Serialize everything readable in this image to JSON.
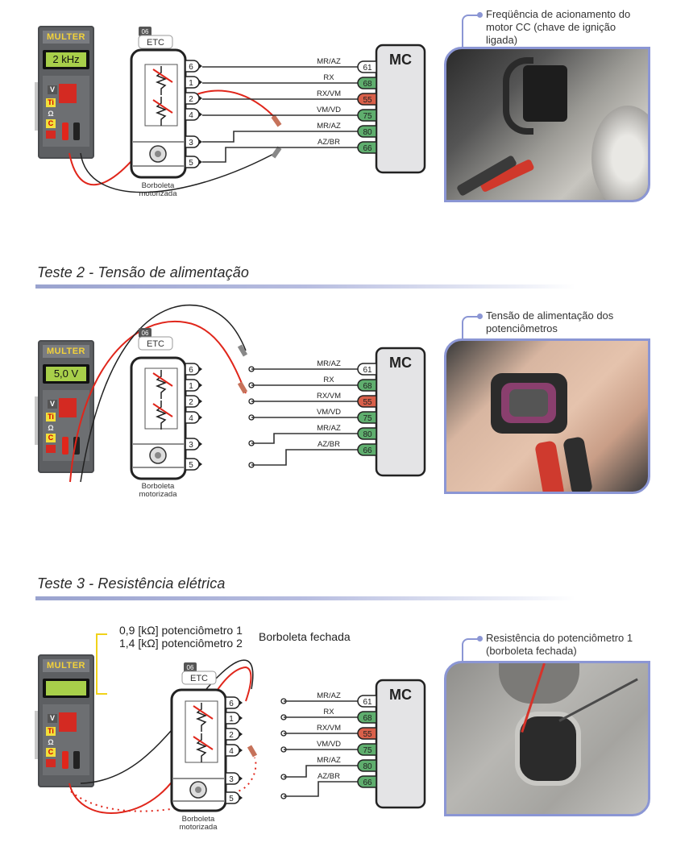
{
  "sections": [
    {
      "id": "teste1",
      "title": null,
      "meter": {
        "brand": "MULTER",
        "display": "2 kHz"
      },
      "etc": {
        "code": "06",
        "label": "ETC",
        "caption_line1": "Borboleta",
        "caption_line2": "motorizada",
        "pins": [
          "6",
          "1",
          "2",
          "4",
          "3",
          "5"
        ]
      },
      "mc": {
        "label": "MC",
        "wires": [
          {
            "name": "MR/AZ",
            "pin": "61",
            "color": "#ffffff"
          },
          {
            "name": "RX",
            "pin": "68",
            "color": "#5fae6e"
          },
          {
            "name": "RX/VM",
            "pin": "55",
            "color": "#d9604a"
          },
          {
            "name": "VM/VD",
            "pin": "75",
            "color": "#5fae6e"
          },
          {
            "name": "MR/AZ",
            "pin": "80",
            "color": "#5fae6e"
          },
          {
            "name": "AZ/BR",
            "pin": "66",
            "color": "#5fae6e"
          }
        ]
      },
      "photo": {
        "caption_line1": "Freqüência de acionamento do",
        "caption_line2": "motor CC (chave de ignição",
        "caption_line3": "ligada)",
        "subject": "throttle-body-connector-probed"
      }
    },
    {
      "id": "teste2",
      "title": "Teste 2 - Tensão de alimentação",
      "meter": {
        "brand": "MULTER",
        "display": "5,0 V"
      },
      "etc": {
        "code": "06",
        "label": "ETC",
        "caption_line1": "Borboleta",
        "caption_line2": "motorizada",
        "pins": [
          "6",
          "1",
          "2",
          "4",
          "3",
          "5"
        ]
      },
      "mc": {
        "label": "MC",
        "wires": [
          {
            "name": "MR/AZ",
            "pin": "61",
            "color": "#ffffff"
          },
          {
            "name": "RX",
            "pin": "68",
            "color": "#5fae6e"
          },
          {
            "name": "RX/VM",
            "pin": "55",
            "color": "#d9604a"
          },
          {
            "name": "VM/VD",
            "pin": "75",
            "color": "#5fae6e"
          },
          {
            "name": "MR/AZ",
            "pin": "80",
            "color": "#5fae6e"
          },
          {
            "name": "AZ/BR",
            "pin": "66",
            "color": "#5fae6e"
          }
        ]
      },
      "photo": {
        "caption_line1": "Tensão de alimentação dos",
        "caption_line2": "potenciômetros",
        "subject": "connector-held-with-probes"
      }
    },
    {
      "id": "teste3",
      "title": "Teste 3 - Resistência elétrica",
      "meter": {
        "brand": "MULTER",
        "display": ""
      },
      "readings": {
        "line1": "0,9 [kΩ] potenciômetro 1",
        "line2": "1,4 [kΩ] potenciômetro 2"
      },
      "condition": "Borboleta fechada",
      "etc": {
        "code": "06",
        "label": "ETC",
        "caption_line1": "Borboleta",
        "caption_line2": "motorizada",
        "pins": [
          "6",
          "1",
          "2",
          "4",
          "3",
          "5"
        ]
      },
      "mc": {
        "label": "MC",
        "wires": [
          {
            "name": "MR/AZ",
            "pin": "61",
            "color": "#ffffff"
          },
          {
            "name": "RX",
            "pin": "68",
            "color": "#5fae6e"
          },
          {
            "name": "RX/VM",
            "pin": "55",
            "color": "#d9604a"
          },
          {
            "name": "VM/VD",
            "pin": "75",
            "color": "#5fae6e"
          },
          {
            "name": "MR/AZ",
            "pin": "80",
            "color": "#5fae6e"
          },
          {
            "name": "AZ/BR",
            "pin": "66",
            "color": "#5fae6e"
          }
        ]
      },
      "photo": {
        "caption_line1": "Resistência do potenciômetro 1",
        "caption_line2": "(borboleta fechada)",
        "subject": "throttle-sensor-connector-probed"
      }
    }
  ],
  "meter_buttons": {
    "v": "V",
    "ti": "Ti",
    "ohm": "Ω",
    "c": "C"
  },
  "colors": {
    "accent": "#8b96d4",
    "probe_red": "#e0261b",
    "probe_black": "#222222",
    "lcd": "#a8cf4a",
    "brand_text": "#f3d23a",
    "pin_green": "#5fae6e",
    "pin_red": "#d9604a"
  }
}
